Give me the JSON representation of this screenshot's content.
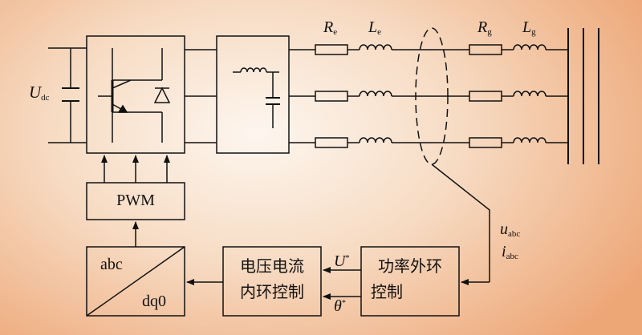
{
  "symbols": {
    "udc": {
      "main": "U",
      "sub": "dc"
    },
    "re": {
      "main": "R",
      "sub": "e"
    },
    "le": {
      "main": "L",
      "sub": "e"
    },
    "rg": {
      "main": "R",
      "sub": "g"
    },
    "lg": {
      "main": "L",
      "sub": "g"
    },
    "uabc": {
      "main": "u",
      "sub": "abc"
    },
    "iabc": {
      "main": "i",
      "sub": "abc"
    },
    "ustar": {
      "main": "U",
      "sup": "*"
    },
    "thetastar": {
      "main": "θ",
      "sup": "*"
    }
  },
  "blocks": {
    "pwm": "PWM",
    "abc": "abc",
    "dq0": "dq0",
    "voltage_current_loop_line1": "电压电流",
    "voltage_current_loop_line2": "内环控制",
    "power_outer_loop_line1": "功率外环",
    "power_outer_loop_line2": "控制"
  }
}
